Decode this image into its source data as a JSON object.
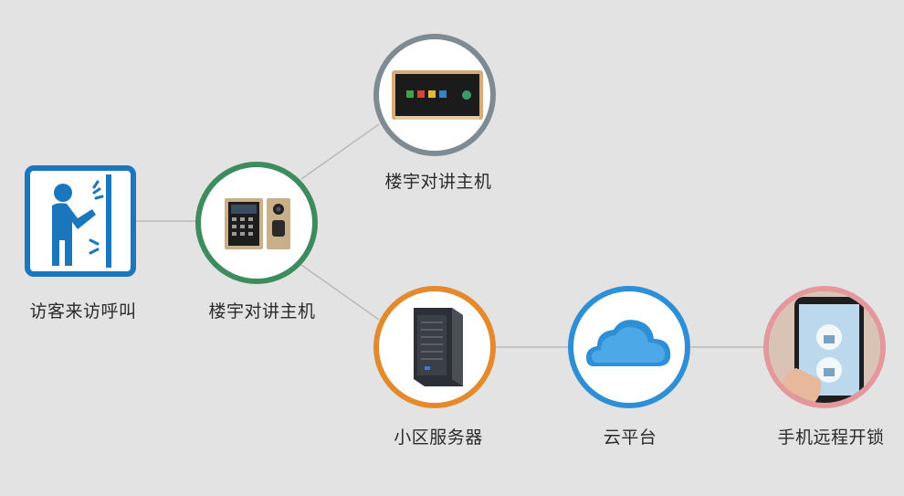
{
  "nodes": {
    "visitor": {
      "label": "访客来访呼叫",
      "icon": "visitor-at-door-icon"
    },
    "door_station": {
      "label": "楼宇对讲主机",
      "icon": "door-station-keypad-icon",
      "ring_color": "#3e8c5e"
    },
    "indoor_monitor": {
      "label": "楼宇对讲主机",
      "icon": "indoor-monitor-screen-icon",
      "ring_color": "#7e8b93"
    },
    "server": {
      "label": "小区服务器",
      "icon": "tower-server-icon",
      "ring_color": "#e48a2c"
    },
    "cloud": {
      "label": "云平台",
      "icon": "cloud-icon",
      "ring_color": "#2f8fd6"
    },
    "phone": {
      "label": "手机远程开锁",
      "icon": "phone-unlock-icon",
      "ring_color": "#e4989c"
    }
  },
  "colors": {
    "background": "#e3e3e3",
    "connector": "#b9b9b9",
    "visitor_blue": "#1a76bd"
  }
}
